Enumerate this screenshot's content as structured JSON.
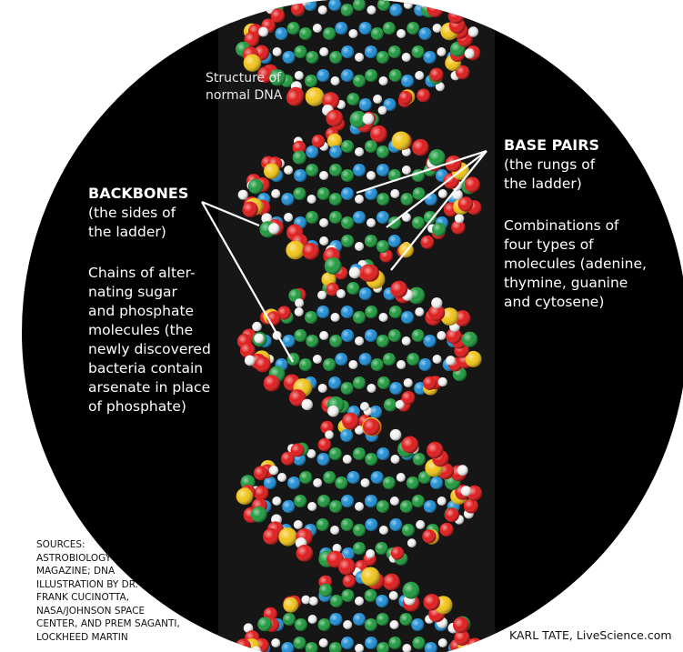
{
  "caption": "Structure of\nnormal DNA",
  "backbones": {
    "title": "BACKBONES",
    "subtitle": "(the sides of\nthe ladder)",
    "description": "Chains of alter-\nnating sugar\nand phosphate\nmolecules (the\nnewly discovered\nbacteria contain\narsenate in place\nof phosphate)"
  },
  "base_pairs": {
    "title": "BASE PAIRS",
    "subtitle": "(the rungs of\nthe ladder)",
    "description": "Combinations of\nfour types of\nmolecules (adenine,\nthymine, guanine\nand cytosene)"
  },
  "sources": "SOURCES:\nASTROBIOLOGY\nMAGAZINE; DNA\nILLUSTRATION BY DR.\nFRANK CUCINOTTA,\nNASA/JOHNSON SPACE\nCENTER, AND PREM SAGANTI,\nLOCKHEED MARTIN",
  "credit": "KARL TATE, LiveScience.com",
  "colors": {
    "background_circle": "#000000",
    "helix_band": "#161616",
    "oxygen": "#e01b1b",
    "phosphorus": "#f0c419",
    "carbon": "#1f9a3e",
    "nitrogen": "#1f8fd6",
    "hydrogen": "#f2f2f2",
    "label_text": "#ffffff",
    "pointer_line": "#ffffff"
  }
}
